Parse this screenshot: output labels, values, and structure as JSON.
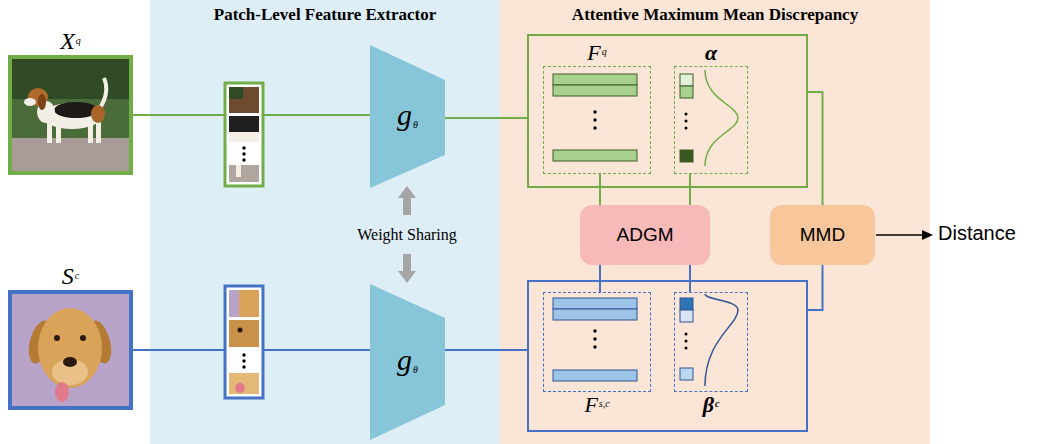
{
  "diagram": {
    "nodes": [
      {
        "text": [
          "Patch-Level Feature Extractor"
        ]
      },
      {
        "text": [
          "Attentive Maximum Mean Discrepancy"
        ]
      },
      {
        "text": [
          "X",
          "q"
        ]
      },
      {
        "text": [
          "g",
          "θ"
        ],
        "in": 0
      },
      {
        "text": [],
        "in": 1
      },
      {
        "text": [
          "F",
          "q"
        ],
        "in": 4
      },
      {
        "text": [
          "α"
        ],
        "in": 4
      },
      {
        "text": [
          "ADGM"
        ],
        "in": 1
      },
      {
        "text": [
          "MMD"
        ],
        "in": 1
      },
      {
        "text": [
          "S",
          "c"
        ]
      },
      {
        "text": [
          "g",
          "θ"
        ],
        "in": 0
      },
      {
        "text": [],
        "in": 1
      },
      {
        "text": [
          "F",
          "s,c"
        ],
        "in": 11
      },
      {
        "text": [
          "β",
          "c"
        ],
        "in": 11
      }
    ],
    "edges": [
      {
        "from": 2,
        "to": 3,
        "arrow": "none"
      },
      {
        "from": 3,
        "to": 4,
        "arrow": "none"
      },
      {
        "from": 5,
        "to": 7,
        "arrow": "none"
      },
      {
        "from": 7,
        "to": 6,
        "arrow": "none"
      },
      {
        "from": 4,
        "to": 8,
        "arrow": "none"
      },
      {
        "from": 9,
        "to": 10,
        "arrow": "none"
      },
      {
        "from": 10,
        "to": 11,
        "arrow": "none"
      },
      {
        "from": 12,
        "to": 7,
        "arrow": "none"
      },
      {
        "from": 7,
        "to": 13,
        "arrow": "none"
      },
      {
        "from": 11,
        "to": 8,
        "arrow": "none"
      }
    ],
    "labels": [
      "Weight Sharing",
      "Distance"
    ]
  }
}
